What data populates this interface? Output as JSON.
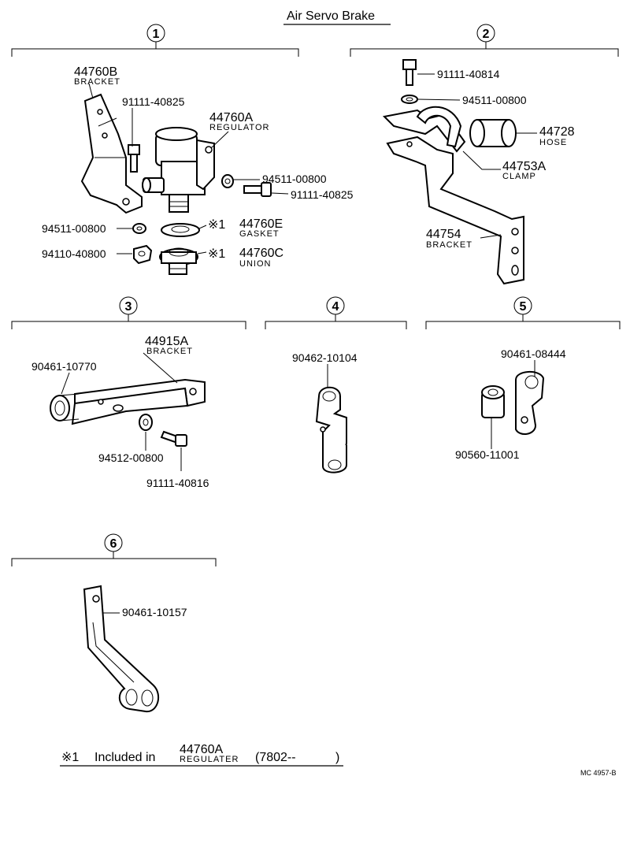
{
  "title": "Air Servo Brake",
  "sections": [
    {
      "num": "1"
    },
    {
      "num": "2"
    },
    {
      "num": "3"
    },
    {
      "num": "4"
    },
    {
      "num": "5"
    },
    {
      "num": "6"
    }
  ],
  "s1": {
    "bracket_pn": "44760B",
    "bracket_name": "BRACKET",
    "bolt_pn": "91111-40825",
    "regulator_pn": "44760A",
    "regulator_name": "REGULATOR",
    "washer_r_pn": "94511-00800",
    "bolt_r_pn": "91111-40825",
    "washer_l_pn": "94511-00800",
    "nut_pn": "94110-40800",
    "mark1": "※1",
    "gasket_pn": "44760E",
    "gasket_name": "GASKET",
    "mark2": "※1",
    "union_pn": "44760C",
    "union_name": "UNION"
  },
  "s2": {
    "bolt_pn": "91111-40814",
    "washer_pn": "94511-00800",
    "hose_pn": "44728",
    "hose_name": "HOSE",
    "clamp_pn": "44753A",
    "clamp_name": "CLAMP",
    "bracket_pn": "44754",
    "bracket_name": "BRACKET"
  },
  "s3": {
    "bracket_pn": "44915A",
    "bracket_name": "BRACKET",
    "clip_pn": "90461-10770",
    "washer_pn": "94512-00800",
    "bolt_pn": "91111-40816"
  },
  "s4": {
    "clip_pn": "90462-10104"
  },
  "s5": {
    "clip_pn": "90461-08444",
    "sleeve_pn": "90560-11001"
  },
  "s6": {
    "clip_pn": "90461-10157"
  },
  "footnote": {
    "mark": "※1",
    "text": "Included in",
    "pn": "44760A",
    "name": "REGULATER",
    "range": "(7802--",
    "close": ")"
  },
  "code": "MC  4957-B"
}
